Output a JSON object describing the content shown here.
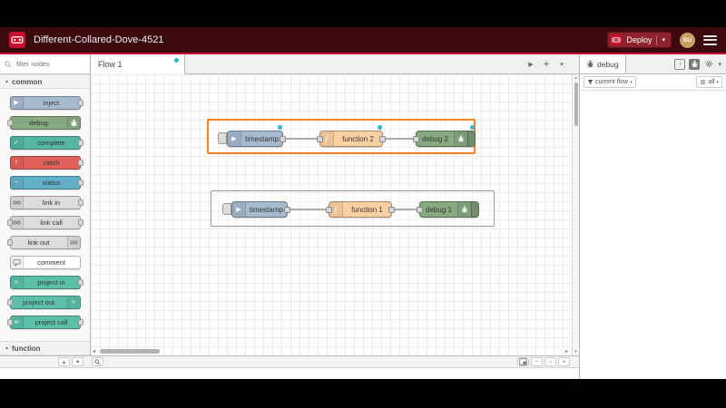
{
  "header": {
    "title": "Different-Collared-Dove-4521",
    "deploy_label": "Deploy",
    "avatar_initials": "SU",
    "colors": {
      "bar": "#3a0a0e",
      "accent": "#c8102e",
      "deploy_bg": "#8c222c",
      "deploy_border": "#5f1118",
      "avatar_bg": "#c9a061"
    }
  },
  "tabbar": {
    "flow_label": "Flow 1"
  },
  "palette": {
    "search_placeholder": "filter nodes",
    "categories": {
      "common": "common",
      "function": "function"
    },
    "nodes": [
      {
        "label": "inject",
        "color": "#a6bbcf",
        "glyph": "▶"
      },
      {
        "label": "debug",
        "color": "#87a980"
      },
      {
        "label": "complete",
        "color": "#56b6a4",
        "glyph": "✓"
      },
      {
        "label": "catch",
        "color": "#e0615c",
        "glyph": "!"
      },
      {
        "label": "status",
        "color": "#62b0c7",
        "glyph": "~"
      },
      {
        "label": "link in",
        "color": "#dddddd"
      },
      {
        "label": "link call",
        "color": "#dddddd"
      },
      {
        "label": "link out",
        "color": "#dddddd"
      },
      {
        "label": "comment",
        "color": "#ffffff"
      },
      {
        "label": "project in",
        "color": "#5cbfa9",
        "glyph": "«"
      },
      {
        "label": "project out",
        "color": "#5cbfa9",
        "glyph": "»"
      },
      {
        "label": "project call",
        "color": "#5cbfa9",
        "glyph": "∞"
      }
    ]
  },
  "canvas": {
    "selection_color": "#ff7f23",
    "group_border": "#999999",
    "modified_dot": "#35b6c9",
    "wire_color": "#8f8f8f",
    "node_colors": {
      "inject": "#a6bbcf",
      "function": "#fdd0a2",
      "debug": "#87a980"
    },
    "glyphs": {
      "inject": "▶",
      "function": "ƒ"
    },
    "flows": [
      {
        "nodes": [
          "timestamp",
          "function 2",
          "debug 2"
        ]
      },
      {
        "nodes": [
          "timestamp",
          "function 1",
          "debug 1"
        ]
      }
    ]
  },
  "sidebar": {
    "tab_label": "debug",
    "filter_scope": "current flow",
    "filter_level": "all"
  },
  "icons": {
    "caret_down": "▾",
    "caret_expanded": "▾",
    "tab_scroll": "▶",
    "tab_add": "+",
    "zoom_out": "−",
    "zoom_reset": "○",
    "zoom_in": "+",
    "pal_up": "▴",
    "pal_down": "▾",
    "hscroll_left": "◂",
    "hscroll_right": "▸",
    "vscroll_up": "▴",
    "vscroll_down": "▾",
    "info": "i"
  }
}
